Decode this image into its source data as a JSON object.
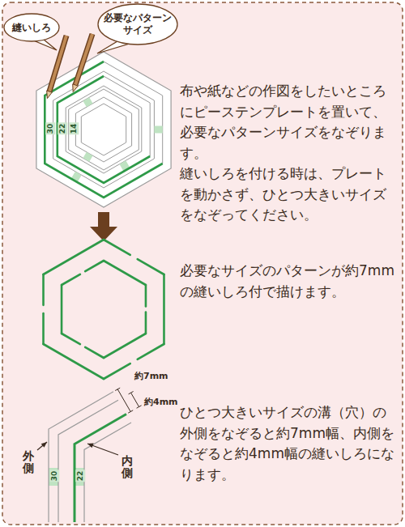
{
  "diagram": {
    "nodes": [
      {
        "text": [
          "縫いしろ"
        ]
      },
      {
        "text": [
          "必要なパターンサイズ"
        ]
      }
    ],
    "labels": [
      "30",
      "22",
      "14",
      "布や紙などの作図をしたいところにピーステンプレートを置いて、必要なパターンサイズをなぞります。",
      "縫いしろを付ける時は、プレートを動かさず、ひとつ大きいサイズをなぞってください。",
      "必要なサイズのパターンが約7mmの縫いしろ付で描けます。",
      "約7mm",
      "約4mm",
      "外側",
      "内側",
      "30",
      "22",
      "ひとつ大きいサイズの溝（穴）の外側をなぞると約7mm幅、内側をなぞると約4mm幅の縫いしろになります。"
    ]
  }
}
